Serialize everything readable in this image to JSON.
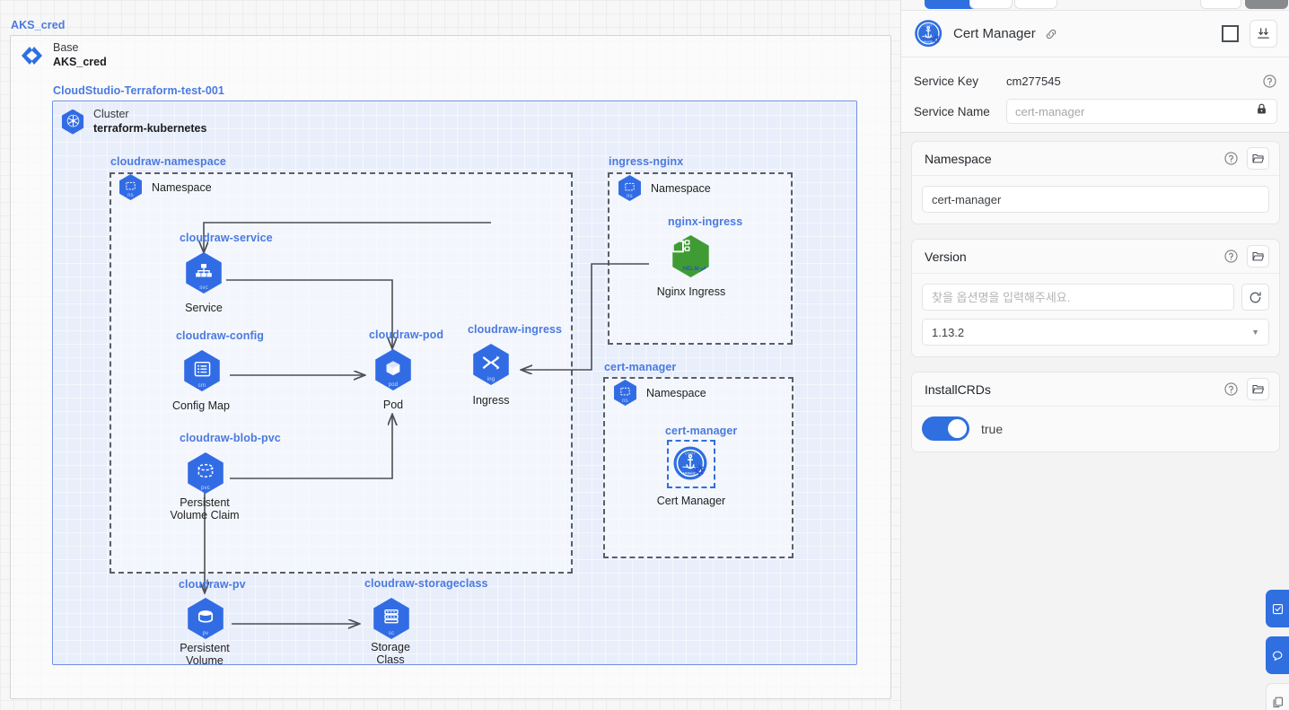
{
  "canvas": {
    "base_label": "AKS_cred",
    "base": {
      "kind": "Base",
      "name": "AKS_cred"
    },
    "provider_label": "CloudStudio-Terraform-test-001",
    "cluster": {
      "kind": "Cluster",
      "name": "terraform-kubernetes"
    },
    "groups": {
      "ns_cloudraw": "cloudraw-namespace",
      "ns_ingress_nginx": "ingress-nginx",
      "ns_cert_manager": "cert-manager"
    },
    "nodes": [
      {
        "id": "ns1",
        "group": "cloudraw-namespace",
        "caption": "Namespace",
        "icon": "k8s-namespace-icon",
        "sub": "ns"
      },
      {
        "id": "svc",
        "group": "cloudraw-service",
        "caption": "Service",
        "icon": "k8s-service-icon",
        "sub": "svc"
      },
      {
        "id": "cm",
        "group": "cloudraw-config",
        "caption": "Config Map",
        "icon": "k8s-configmap-icon",
        "sub": "cm"
      },
      {
        "id": "pod",
        "group": "cloudraw-pod",
        "caption": "Pod",
        "icon": "k8s-pod-icon",
        "sub": "pod"
      },
      {
        "id": "ing",
        "group": "cloudraw-ingress",
        "caption": "Ingress",
        "icon": "k8s-ingress-icon",
        "sub": "ing"
      },
      {
        "id": "pvc",
        "group": "cloudraw-blob-pvc",
        "caption": "Persistent\nVolume Claim",
        "icon": "k8s-pvc-icon",
        "sub": "pvc"
      },
      {
        "id": "pv",
        "group": "cloudraw-pv",
        "caption": "Persistent\nVolume",
        "icon": "k8s-pv-icon",
        "sub": "pv"
      },
      {
        "id": "sc",
        "group": "cloudraw-storageclass",
        "caption": "Storage\nClass",
        "icon": "k8s-storageclass-icon",
        "sub": "sc"
      },
      {
        "id": "ns2",
        "group": "ingress-nginx",
        "caption": "Namespace",
        "icon": "k8s-namespace-icon",
        "sub": "ns"
      },
      {
        "id": "nginx",
        "group": "nginx-ingress",
        "caption": "Nginx Ingress",
        "icon": "helm-nginx-icon",
        "sub": ""
      },
      {
        "id": "ns3",
        "group": "cert-manager",
        "caption": "Namespace",
        "icon": "k8s-namespace-icon",
        "sub": "ns"
      },
      {
        "id": "certm",
        "group": "cert-manager",
        "caption": "Cert Manager",
        "icon": "helm-certmanager-icon",
        "sub": "",
        "selected": true
      }
    ],
    "group_labels": {
      "service": "cloudraw-service",
      "config": "cloudraw-config",
      "pod": "cloudraw-pod",
      "ingress": "cloudraw-ingress",
      "blob_pvc": "cloudraw-blob-pvc",
      "pv": "cloudraw-pv",
      "storageclass": "cloudraw-storageclass",
      "nginx_ingress": "nginx-ingress",
      "cert_manager": "cert-manager",
      "cert_manager_outer": "cert-manager"
    }
  },
  "panel": {
    "service": {
      "title": "Cert Manager",
      "link_icon": "link-icon",
      "checkbox_icon": "square-checkbox-icon",
      "download_icon": "download-icon"
    },
    "meta": {
      "service_key_label": "Service Key",
      "service_key_value": "cm277545",
      "service_name_label": "Service Name",
      "service_name_value": "",
      "service_name_placeholder": "cert-manager",
      "lock_icon": "lock-icon",
      "help_icon": "question-circle-icon"
    },
    "cards": [
      {
        "id": "namespace",
        "title": "Namespace",
        "help_icon": "question-circle-icon",
        "folder_icon": "folder-icon",
        "value": "cert-manager",
        "placeholder": ""
      },
      {
        "id": "version",
        "title": "Version",
        "help_icon": "question-circle-icon",
        "folder_icon": "folder-icon",
        "search_value": "",
        "search_placeholder": "찾을 옵션명을 입력해주세요.",
        "refresh_icon": "refresh-icon",
        "selected": "1.13.2",
        "caret_icon": "chevron-down-icon"
      },
      {
        "id": "installcrds",
        "title": "InstallCRDs",
        "help_icon": "question-circle-icon",
        "folder_icon": "folder-icon",
        "toggle_on": true,
        "toggle_label": "true"
      }
    ]
  },
  "fabs": [
    {
      "id": "fab-1",
      "icon": "note-edit-icon"
    },
    {
      "id": "fab-2",
      "icon": "chat-icon"
    },
    {
      "id": "fab-3",
      "icon": "copy-icon"
    }
  ],
  "colors": {
    "accent": "#2f6fe0",
    "k8s_blue": "#326ce5",
    "helm_green": "#3f9c35",
    "group_label": "#4a7ae0",
    "cluster_bg": "#e9eefb",
    "cluster_border": "#6f8fe8",
    "wire": "#4c4f54"
  }
}
